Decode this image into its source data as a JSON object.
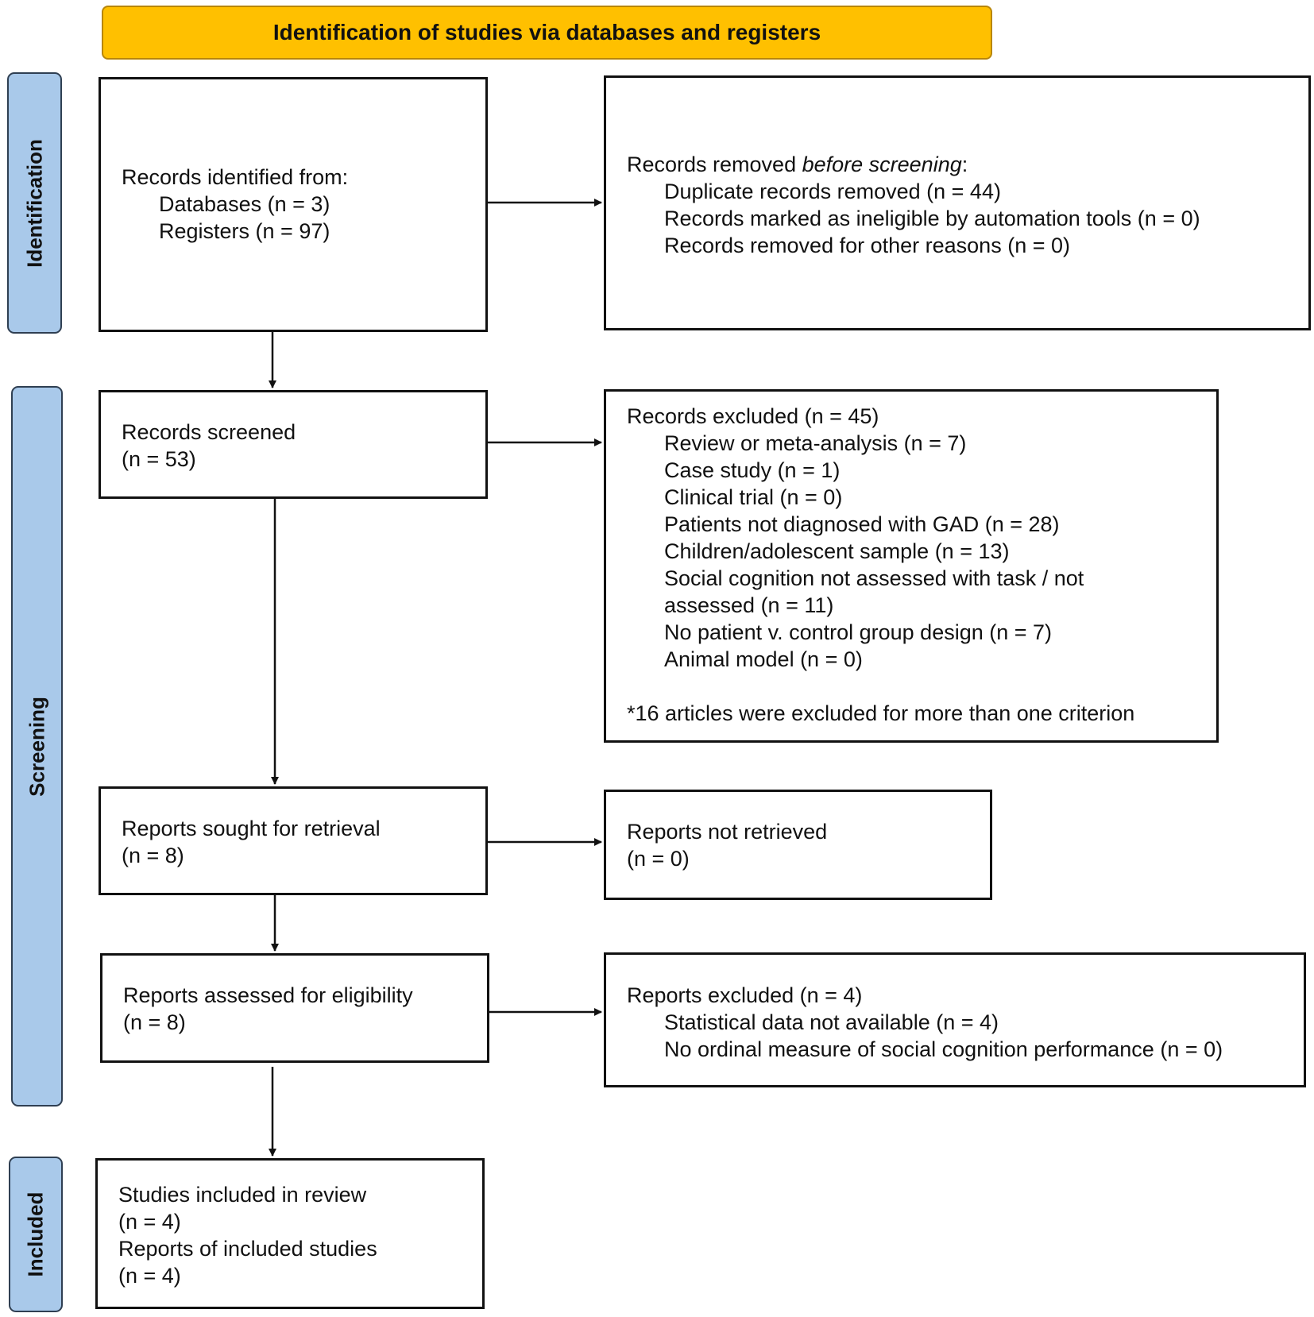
{
  "header": {
    "title": "Identification of studies via databases and registers"
  },
  "phases": {
    "identification": "Identification",
    "screening": "Screening",
    "included": "Included"
  },
  "boxes": {
    "records_identified": {
      "title": "Records identified from:",
      "databases": "Databases (n = 3)",
      "registers": "Registers (n = 97)"
    },
    "records_removed": {
      "title_prefix": "Records removed ",
      "title_italic": "before screening",
      "title_suffix": ":",
      "items": [
        "Duplicate records removed (n = 44)",
        "Records marked as ineligible by automation tools (n = 0)",
        "Records removed for other reasons (n = 0)"
      ]
    },
    "records_screened": {
      "title": "Records screened",
      "count": "(n = 53)"
    },
    "records_excluded": {
      "title": "Records excluded (n = 45)",
      "items": [
        "Review or meta-analysis (n = 7)",
        "Case study (n = 1)",
        "Clinical trial (n = 0)",
        "Patients not diagnosed with GAD (n = 28)",
        "Children/adolescent sample (n = 13)",
        "Social cognition not assessed with task / not assessed (n = 11)",
        "No patient v. control group design (n = 7)",
        "Animal model (n = 0)"
      ],
      "note": "*16 articles were excluded for more than one criterion"
    },
    "reports_sought": {
      "title": "Reports sought for retrieval",
      "count": "(n = 8)"
    },
    "reports_not_retrieved": {
      "title": "Reports not retrieved",
      "count": "(n = 0)"
    },
    "reports_assessed": {
      "title": "Reports assessed for eligibility",
      "count": "(n = 8)"
    },
    "reports_excluded": {
      "title": "Reports excluded (n = 4)",
      "items": [
        "Statistical data not available (n = 4)",
        "No ordinal measure of social cognition performance (n = 0)"
      ]
    },
    "studies_included": {
      "studies_label": "Studies included in review",
      "studies_count": "(n = 4)",
      "reports_label": "Reports of included studies",
      "reports_count": "(n = 4)"
    }
  },
  "colors": {
    "header_fill": "#ffc000",
    "phase_fill": "#a9c9ea",
    "border": "#111111"
  }
}
